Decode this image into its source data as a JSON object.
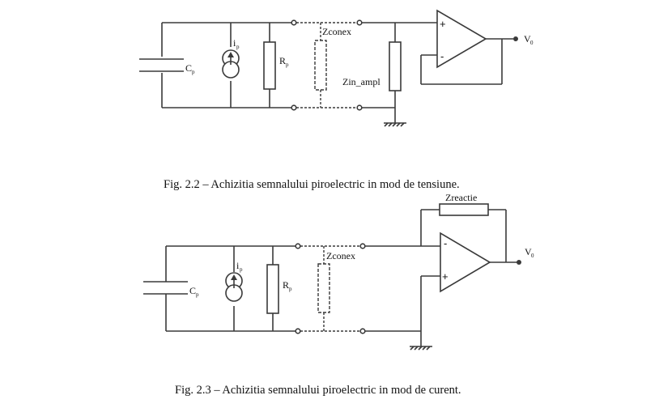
{
  "figure1": {
    "caption": "Fig. 2.2 – Achizitia semnalului piroelectric in mod de tensiune.",
    "labels": {
      "cp": "C",
      "cp_sub": "p",
      "ip": "i",
      "ip_sub": "p",
      "rp": "R",
      "rp_sub": "p",
      "zconex": "Zconex",
      "zin": "Zin_ampl",
      "plus": "+",
      "minus": "-",
      "vout": "V",
      "vout_sub": "0"
    }
  },
  "figure2": {
    "caption": "Fig. 2.3 – Achizitia semnalului piroelectric in mod de curent.",
    "labels": {
      "cp": "C",
      "cp_sub": "p",
      "ip": "i",
      "ip_sub": "p",
      "rp": "R",
      "rp_sub": "p",
      "zconex": "Zconex",
      "zreactie": "Zreactie",
      "plus": "+",
      "minus": "-",
      "vout": "V",
      "vout_sub": "0"
    }
  }
}
